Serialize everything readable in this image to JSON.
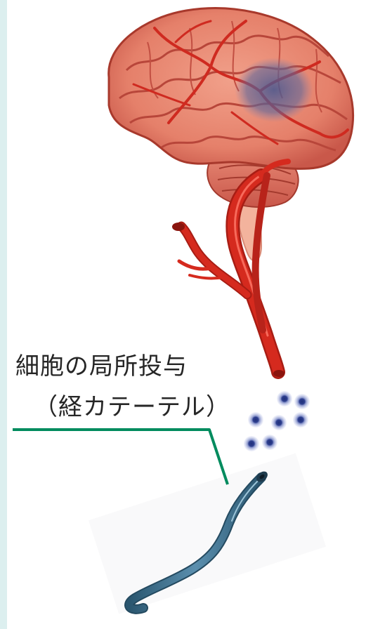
{
  "caption": {
    "line1": "細胞の局所投与",
    "line2": "（経カテーテル）"
  },
  "colors": {
    "brain_fill": "#e98a72",
    "brain_dark": "#b83a2e",
    "artery": "#d52a1e",
    "artery_highlight": "#ff7b6a",
    "lesion": "#4a5a9a",
    "cells": "#2e3f8f",
    "catheter": "#3b6d8c",
    "leader_line": "#008b5e",
    "left_border": "#dcefef"
  },
  "icons": {
    "brain": "brain-illustration",
    "catheter": "catheter-illustration",
    "cells": "cell-cluster"
  }
}
